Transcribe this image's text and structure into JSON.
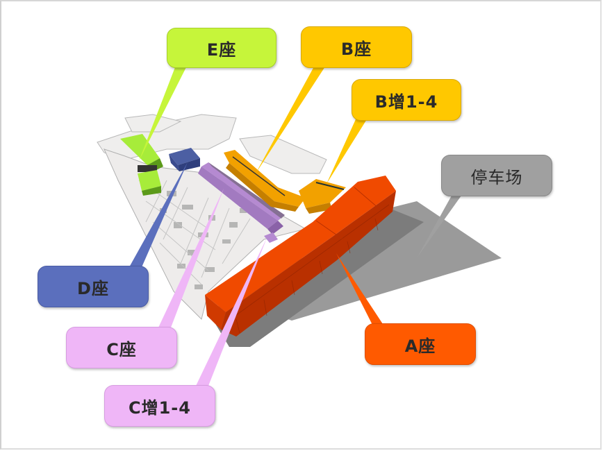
{
  "diagram": {
    "type": "3d-site-massing-with-callouts",
    "colors": {
      "E": "#c6f53a",
      "B": "#ffc800",
      "B_add": "#ffc800",
      "parking": "#a0a0a0",
      "D": "#5b6fbd",
      "C": "#efb6f7",
      "C_add": "#efb6f7",
      "A": "#ff5a00"
    },
    "callouts": {
      "E": {
        "label": "E座"
      },
      "B": {
        "label": "B座"
      },
      "B_add": {
        "label": "B增1-4"
      },
      "parking": {
        "label": "停车场"
      },
      "D": {
        "label": "D座"
      },
      "C": {
        "label": "C座"
      },
      "C_add": {
        "label": "C增1-4"
      },
      "A": {
        "label": "A座"
      }
    }
  }
}
